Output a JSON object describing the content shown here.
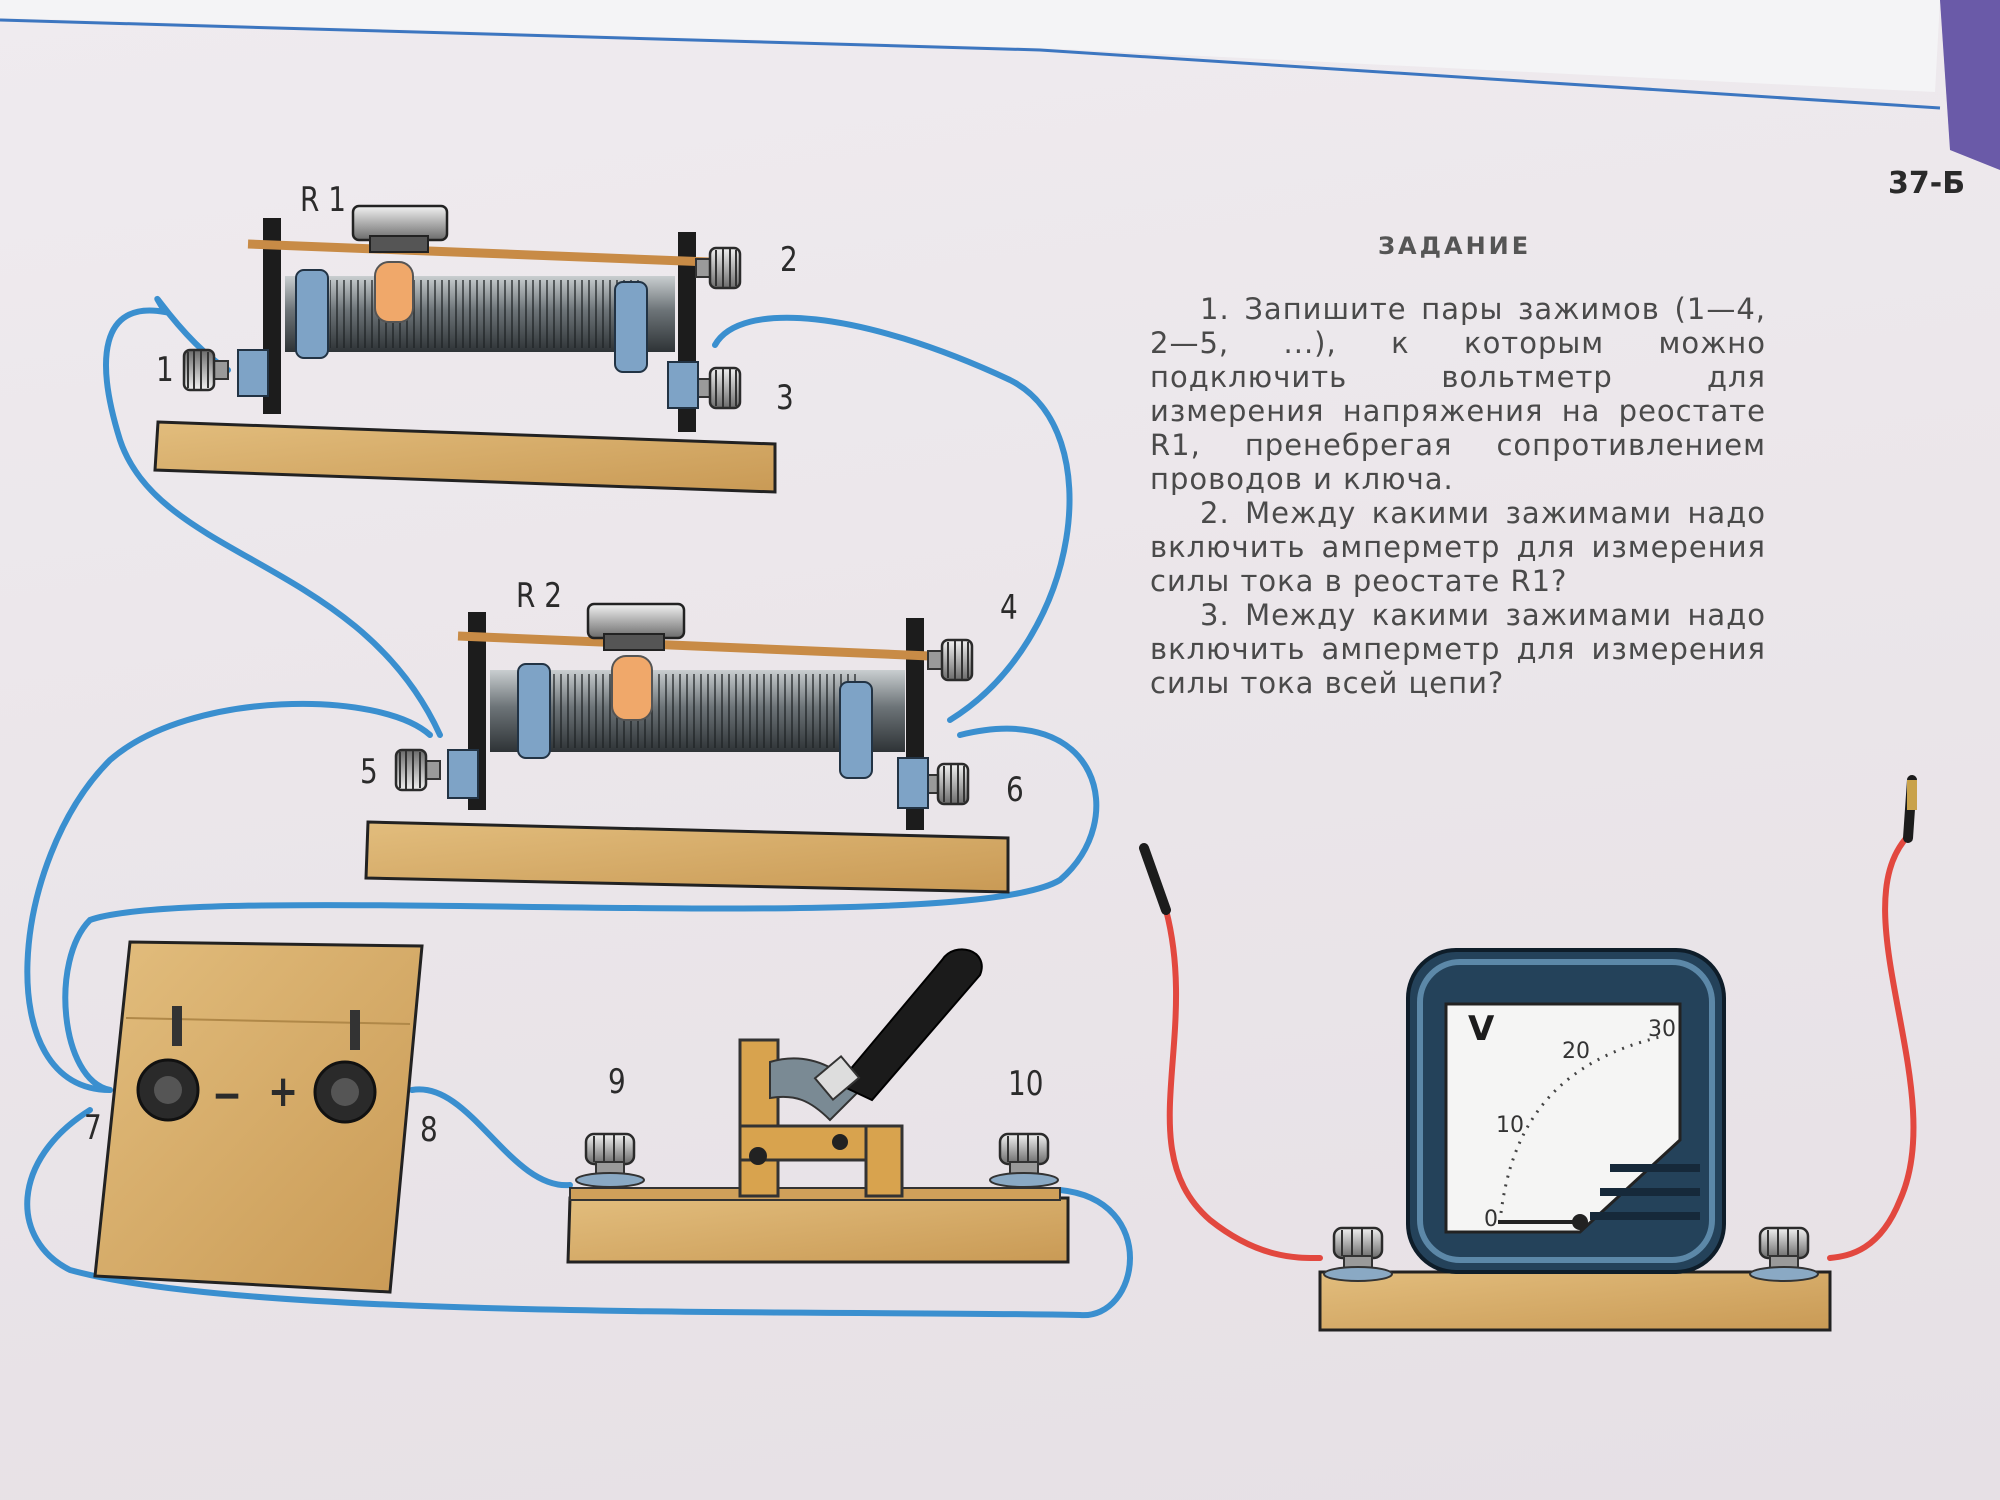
{
  "page_number": "37-Б",
  "task": {
    "heading": "ЗАДАНИЕ",
    "items": [
      "1. Запишите пары зажимов (1—4, 2—5, ...), к которым можно подключить вольтметр для измерения напряжения на реостате R1, пренебрегая сопротивлением проводов и ключа.",
      "2. Между какими зажимами надо включить амперметр для измерения силы тока в реостате R1?",
      "3. Между какими зажимами надо включить амперметр для измерения силы тока всей цепи?"
    ]
  },
  "labels": {
    "r1": "R 1",
    "r2": "R 2",
    "t1": "1",
    "t2": "2",
    "t3": "3",
    "t4": "4",
    "t5": "5",
    "t6": "6",
    "t7": "7",
    "t8": "8",
    "t9": "9",
    "t10": "10",
    "minus": "−",
    "plus": "+"
  },
  "voltmeter": {
    "symbol": "V",
    "ticks": [
      "0",
      "10",
      "20",
      "30"
    ]
  },
  "colors": {
    "wire_blue": "#3a8fcf",
    "wire_red": "#e2483f",
    "wood": "#d9b06c",
    "meter_frame": "#24425a"
  }
}
